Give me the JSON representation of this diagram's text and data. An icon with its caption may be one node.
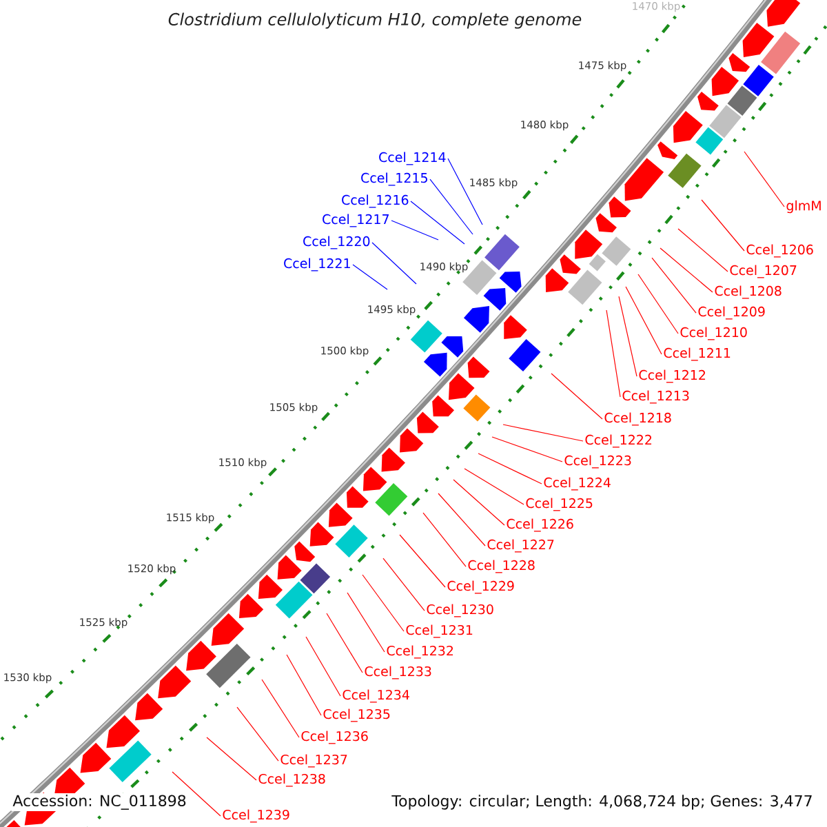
{
  "diagram": {
    "title": "Clostridium cellulolyticum H10, complete genome",
    "nodes": [
      {
        "text": [
          "Ccel_1214"
        ]
      },
      {
        "text": [
          "Ccel_1215"
        ]
      },
      {
        "text": [
          "Ccel_1216"
        ]
      },
      {
        "text": [
          "Ccel_1217"
        ]
      },
      {
        "text": [
          "Ccel_1220"
        ]
      },
      {
        "text": [
          "Ccel_1221"
        ]
      },
      {
        "text": [
          "glmM"
        ]
      },
      {
        "text": [
          "Ccel_1206"
        ]
      },
      {
        "text": [
          "Ccel_1207"
        ]
      },
      {
        "text": [
          "Ccel_1208"
        ]
      },
      {
        "text": [
          "Ccel_1209"
        ]
      },
      {
        "text": [
          "Ccel_1210"
        ]
      },
      {
        "text": [
          "Ccel_1211"
        ]
      },
      {
        "text": [
          "Ccel_1212"
        ]
      },
      {
        "text": [
          "Ccel_1213"
        ]
      },
      {
        "text": [
          "Ccel_1218"
        ]
      },
      {
        "text": [
          "Ccel_1222"
        ]
      },
      {
        "text": [
          "Ccel_1223"
        ]
      },
      {
        "text": [
          "Ccel_1224"
        ]
      },
      {
        "text": [
          "Ccel_1225"
        ]
      },
      {
        "text": [
          "Ccel_1226"
        ]
      },
      {
        "text": [
          "Ccel_1227"
        ]
      },
      {
        "text": [
          "Ccel_1228"
        ]
      },
      {
        "text": [
          "Ccel_1229"
        ]
      },
      {
        "text": [
          "Ccel_1230"
        ]
      },
      {
        "text": [
          "Ccel_1231"
        ]
      },
      {
        "text": [
          "Ccel_1232"
        ]
      },
      {
        "text": [
          "Ccel_1233"
        ]
      },
      {
        "text": [
          "Ccel_1234"
        ]
      },
      {
        "text": [
          "Ccel_1235"
        ]
      },
      {
        "text": [
          "Ccel_1236"
        ]
      },
      {
        "text": [
          "Ccel_1237"
        ]
      },
      {
        "text": [
          "Ccel_1238"
        ]
      },
      {
        "text": [
          "Ccel_1239"
        ]
      }
    ],
    "edges": [
      {
        "from": 0,
        "to": null,
        "arrow": "none",
        "color": "#0000ff"
      },
      {
        "from": 1,
        "to": null,
        "arrow": "none",
        "color": "#0000ff"
      },
      {
        "from": 2,
        "to": null,
        "arrow": "none",
        "color": "#0000ff"
      },
      {
        "from": 3,
        "to": null,
        "arrow": "none",
        "color": "#0000ff"
      },
      {
        "from": 4,
        "to": null,
        "arrow": "none",
        "color": "#0000ff"
      },
      {
        "from": 5,
        "to": null,
        "arrow": "none",
        "color": "#0000ff"
      },
      {
        "from": 6,
        "to": null,
        "arrow": "none"
      },
      {
        "from": 7,
        "to": null,
        "arrow": "none"
      },
      {
        "from": 8,
        "to": null,
        "arrow": "none"
      },
      {
        "from": 9,
        "to": null,
        "arrow": "none"
      },
      {
        "from": 10,
        "to": null,
        "arrow": "none"
      },
      {
        "from": 11,
        "to": null,
        "arrow": "none"
      },
      {
        "from": 12,
        "to": null,
        "arrow": "none"
      },
      {
        "from": 13,
        "to": null,
        "arrow": "none"
      },
      {
        "from": 14,
        "to": null,
        "arrow": "none"
      },
      {
        "from": 15,
        "to": null,
        "arrow": "none"
      },
      {
        "from": 16,
        "to": null,
        "arrow": "none"
      },
      {
        "from": 17,
        "to": null,
        "arrow": "none"
      },
      {
        "from": 18,
        "to": null,
        "arrow": "none"
      },
      {
        "from": 19,
        "to": null,
        "arrow": "none"
      },
      {
        "from": 20,
        "to": null,
        "arrow": "none"
      },
      {
        "from": 21,
        "to": null,
        "arrow": "none"
      },
      {
        "from": 22,
        "to": null,
        "arrow": "none"
      },
      {
        "from": 23,
        "to": null,
        "arrow": "none"
      },
      {
        "from": 24,
        "to": null,
        "arrow": "none"
      },
      {
        "from": 25,
        "to": null,
        "arrow": "none"
      },
      {
        "from": 26,
        "to": null,
        "arrow": "none"
      },
      {
        "from": 27,
        "to": null,
        "arrow": "none"
      },
      {
        "from": 28,
        "to": null,
        "arrow": "none"
      },
      {
        "from": 29,
        "to": null,
        "arrow": "none"
      },
      {
        "from": 30,
        "to": null,
        "arrow": "none"
      },
      {
        "from": 31,
        "to": null,
        "arrow": "none"
      },
      {
        "from": 32,
        "to": null,
        "arrow": "none"
      },
      {
        "from": 33,
        "to": null,
        "arrow": "none"
      }
    ],
    "labels": [
      "1470 kbp",
      "1475 kbp",
      "1480 kbp",
      "1485 kbp",
      "1490 kbp",
      "1495 kbp",
      "1500 kbp",
      "1505 kbp",
      "1510 kbp",
      "1515 kbp",
      "1520 kbp",
      "1525 kbp",
      "1530 kbp",
      "Accession: NC_011898",
      "Topology: circular; Length: 4,068,724 bp; Genes: 3,477"
    ]
  }
}
